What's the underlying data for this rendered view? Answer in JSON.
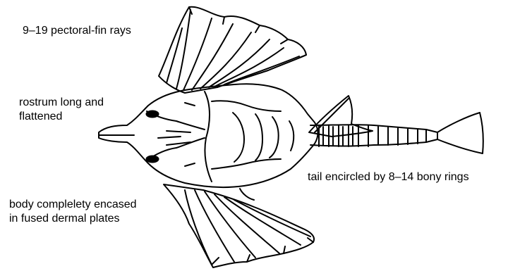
{
  "labels": {
    "pectoral_rays": "9–19 pectoral-fin rays",
    "rostrum_line1": "rostrum long and",
    "rostrum_line2": "flattened",
    "tail": "tail encircled by 8–14 bony rings",
    "body_line1": "body complelety encased",
    "body_line2": "in fused dermal plates"
  },
  "colors": {
    "ink": "#000000",
    "background": "#ffffff"
  }
}
